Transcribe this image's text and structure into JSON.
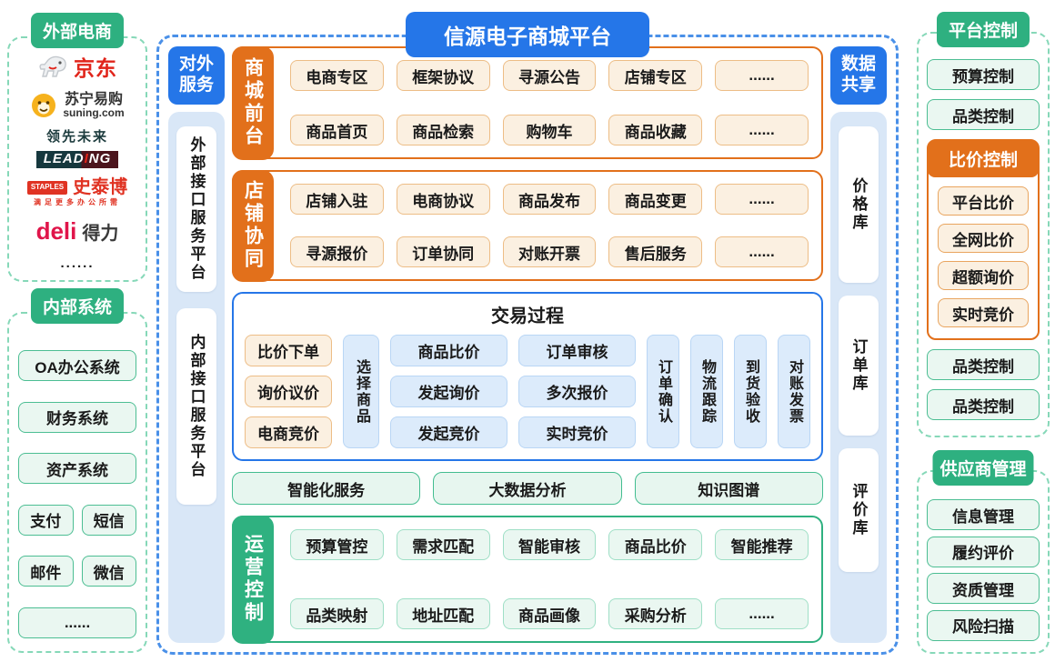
{
  "title": "信源电子商城平台",
  "colors": {
    "blue": "#2576e8",
    "green": "#2eb080",
    "orange": "#e2701b",
    "rail_bg": "#d9e7f7"
  },
  "external": {
    "header": "外部电商",
    "jd": "京东",
    "suning_cn": "苏宁易购",
    "suning_en": "suning.com",
    "leading_cn": "领先未来",
    "leading_en_1": "LEAD",
    "leading_en_i": "I",
    "leading_en_2": "NG",
    "staples_en": "STAPLES",
    "staples_cn": "史泰博",
    "staples_slogan": "满足更多办公所需",
    "deli_en": "deli",
    "deli_cn": "得力",
    "dots": "......"
  },
  "internal": {
    "header": "内部系统",
    "items": [
      "OA办公系统",
      "财务系统",
      "资产系统"
    ],
    "pairs": [
      [
        "支付",
        "短信"
      ],
      [
        "邮件",
        "微信"
      ]
    ],
    "dots": "......"
  },
  "rails": {
    "left": {
      "header": "对外服务",
      "items": [
        "外部接口服务平台",
        "内部接口服务平台"
      ]
    },
    "right": {
      "header": "数据共享",
      "items": [
        "价格库",
        "订单库",
        "评价库"
      ]
    }
  },
  "front": {
    "label": "商城前台",
    "rows": [
      [
        "电商专区",
        "框架协议",
        "寻源公告",
        "店铺专区",
        "......"
      ],
      [
        "商品首页",
        "商品检索",
        "购物车",
        "商品收藏",
        "......"
      ]
    ]
  },
  "shop": {
    "label": "店铺协同",
    "rows": [
      [
        "店铺入驻",
        "电商协议",
        "商品发布",
        "商品变更",
        "......"
      ],
      [
        "寻源报价",
        "订单协同",
        "对账开票",
        "售后服务",
        "......"
      ]
    ]
  },
  "trade": {
    "title": "交易过程",
    "left": [
      "比价下单",
      "询价议价",
      "电商竞价"
    ],
    "select": "选择商品",
    "col1": [
      "商品比价",
      "发起询价",
      "发起竞价"
    ],
    "col2": [
      "订单审核",
      "多次报价",
      "实时竞价"
    ],
    "verticals": [
      "订单确认",
      "物流跟踪",
      "到货验收",
      "对账发票"
    ]
  },
  "smart": [
    "智能化服务",
    "大数据分析",
    "知识图谱"
  ],
  "ops": {
    "label": "运营控制",
    "rows": [
      [
        "预算管控",
        "需求匹配",
        "智能审核",
        "商品比价",
        "智能推荐"
      ],
      [
        "品类映射",
        "地址匹配",
        "商品画像",
        "采购分析",
        "......"
      ]
    ]
  },
  "platform_control": {
    "header": "平台控制",
    "top": [
      "预算控制",
      "品类控制"
    ],
    "bijia": {
      "header": "比价控制",
      "items": [
        "平台比价",
        "全网比价",
        "超额询价",
        "实时竞价"
      ]
    },
    "bottom": [
      "品类控制",
      "品类控制"
    ]
  },
  "supplier": {
    "header": "供应商管理",
    "items": [
      "信息管理",
      "履约评价",
      "资质管理",
      "风险扫描"
    ]
  }
}
